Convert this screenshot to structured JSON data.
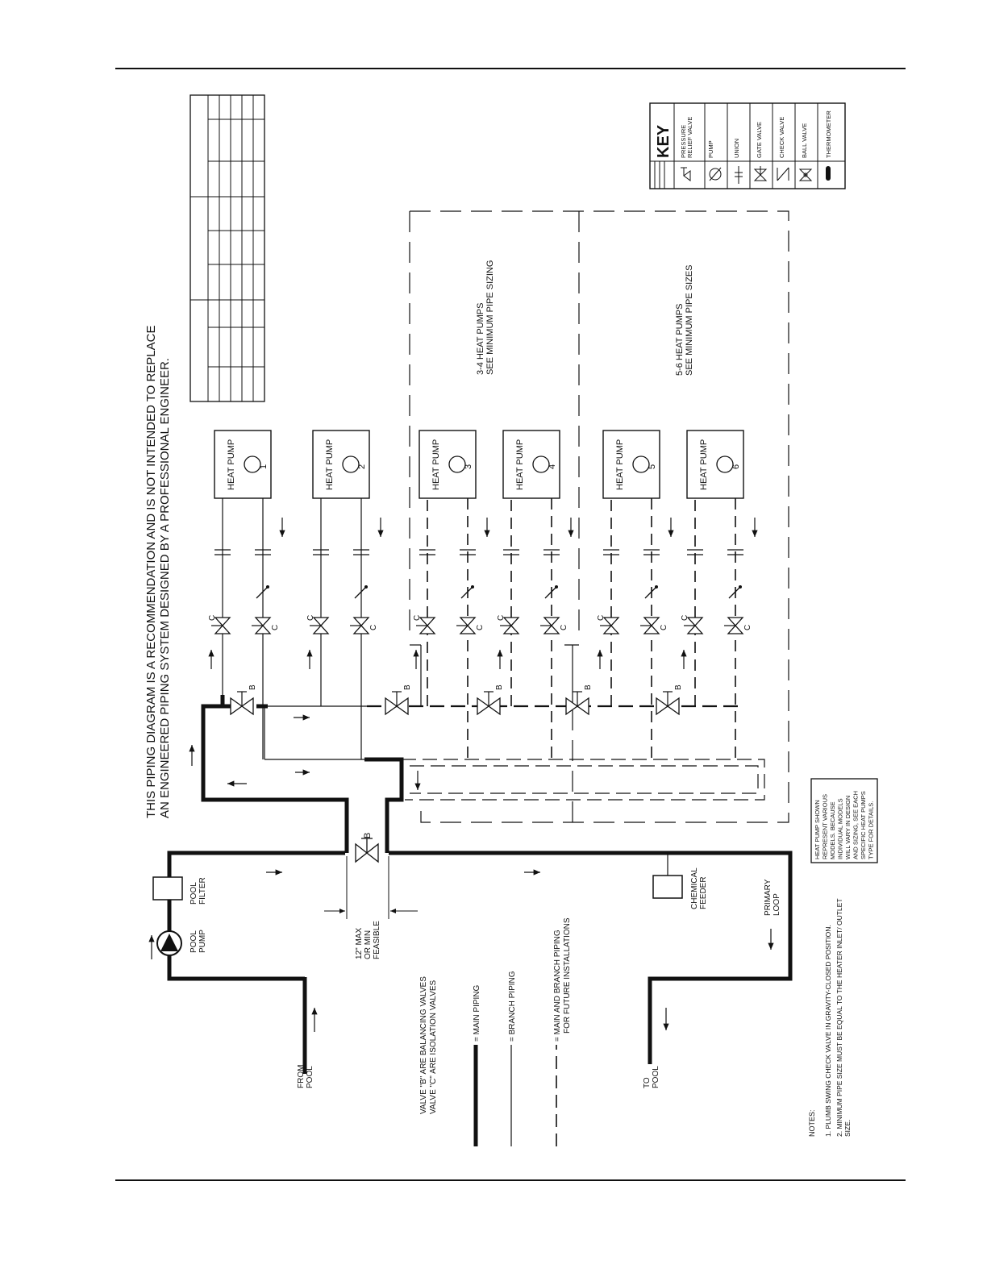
{
  "title_line1": "THIS PIPING DIAGRAM IS A RECOMMENDATION AND IS NOT INTENDED TO REPLACE",
  "title_line2": "AN ENGINEERED PIPING SYSTEM DESIGNED BY A PROFESSIONAL ENGINEER.",
  "heat_pump_label": "HEAT PUMP",
  "heat_pumps": [
    "1",
    "2",
    "3",
    "4",
    "5",
    "6"
  ],
  "zone_34": {
    "line1": "3-4 HEAT PUMPS",
    "line2": "SEE MINIMUM PIPE SIZING"
  },
  "zone_56": {
    "line1": "5-6 HEAT PUMPS",
    "line2": "SEE MINIMUM PIPE SIZES"
  },
  "key": {
    "title": "KEY",
    "items": [
      {
        "icon": "pressure-relief-valve-icon",
        "line1": "PRESSURE",
        "line2": "RELIEF VALVE"
      },
      {
        "icon": "pump-icon",
        "line1": "PUMP",
        "line2": ""
      },
      {
        "icon": "union-icon",
        "line1": "UNION",
        "line2": ""
      },
      {
        "icon": "gate-valve-icon",
        "line1": "GATE VALVE",
        "line2": ""
      },
      {
        "icon": "check-valve-icon",
        "line1": "CHECK VALVE",
        "line2": ""
      },
      {
        "icon": "ball-valve-icon",
        "line1": "BALL VALVE",
        "line2": ""
      },
      {
        "icon": "thermometer-icon",
        "line1": "THERMOMETER",
        "line2": ""
      }
    ]
  },
  "valve_b": "B",
  "valve_c": "C",
  "equipment": {
    "pool_pump": [
      "POOL",
      "PUMP"
    ],
    "pool_filter": [
      "POOL",
      "FILTER"
    ],
    "chemical_feeder": [
      "CHEMICAL",
      "FEEDER"
    ],
    "primary_loop": [
      "PRIMARY",
      "LOOP"
    ],
    "from_pool": [
      "FROM",
      "POOL"
    ],
    "to_pool": [
      "TO",
      "POOL"
    ],
    "spacing": [
      "12\" MAX",
      "OR MIN",
      "FEASIBLE"
    ]
  },
  "legend": {
    "valve_line1": "VALVE \"B\" ARE BALANCING VALVES",
    "valve_line2": "VALVE \"C\" ARE ISOLATION VALVES",
    "main": "= MAIN PIPING",
    "branch": "= BRANCH PIPING",
    "future_line1": "= MAIN AND BRANCH PIPING",
    "future_line2": "FOR FUTURE INSTALLATIONS"
  },
  "note_box": [
    "HEAT PUMP SHOWN",
    "REPRESENT VARIOUS",
    "MODELS.  BECAUSE",
    "INDIVIDUAL MODELS",
    "WILL VARY IN DESIGN",
    "AND SIZING, SEE EACH",
    "SPECIFIC HEAT PUMPS",
    "TYPE FOR DETAILS."
  ],
  "notes": {
    "title": "NOTES:",
    "items": [
      "1.  PLUMB SWING CHECK VALVE IN GRAVITY-CLOSED POSITION.",
      "2.  MINIMUM PIPE SIZE MUST BE EQUAL TO THE HEATER INLET/ OUTLET",
      "     SIZE."
    ]
  },
  "colors": {
    "ink": "#111111",
    "background": "#ffffff"
  }
}
